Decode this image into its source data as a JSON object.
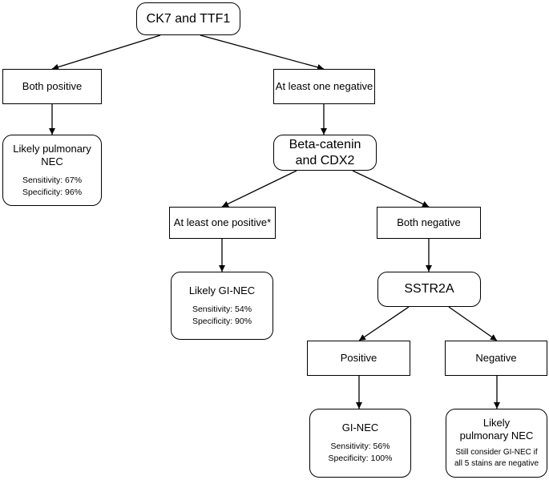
{
  "nodes": {
    "root": "CK7 and TTF1",
    "both_positive": "Both positive",
    "one_negative": "At least one negative",
    "pulmonary": {
      "title_line1": "Likely pulmonary",
      "title_line2": "NEC",
      "sensitivity": "Sensitivity: 67%",
      "specificity": "Specificity: 96%"
    },
    "beta": {
      "line1": "Beta-catenin",
      "line2": "and CDX2"
    },
    "one_positive": "At least one positive*",
    "both_negative": "Both negative",
    "gi_likely": {
      "title": "Likely GI-NEC",
      "sensitivity": "Sensitivity: 54%",
      "specificity": "Specificity: 90%"
    },
    "sstr2a": "SSTR2A",
    "positive": "Positive",
    "negative": "Negative",
    "gi_nec": {
      "title": "GI-NEC",
      "sensitivity": "Sensitivity: 56%",
      "specificity": "Specificity: 100%"
    },
    "pulm2": {
      "title_line1": "Likely",
      "title_line2": "pulmonary NEC",
      "note_line1": "Still consider GI-NEC if",
      "note_line2": "all 5 stains are negative"
    }
  }
}
